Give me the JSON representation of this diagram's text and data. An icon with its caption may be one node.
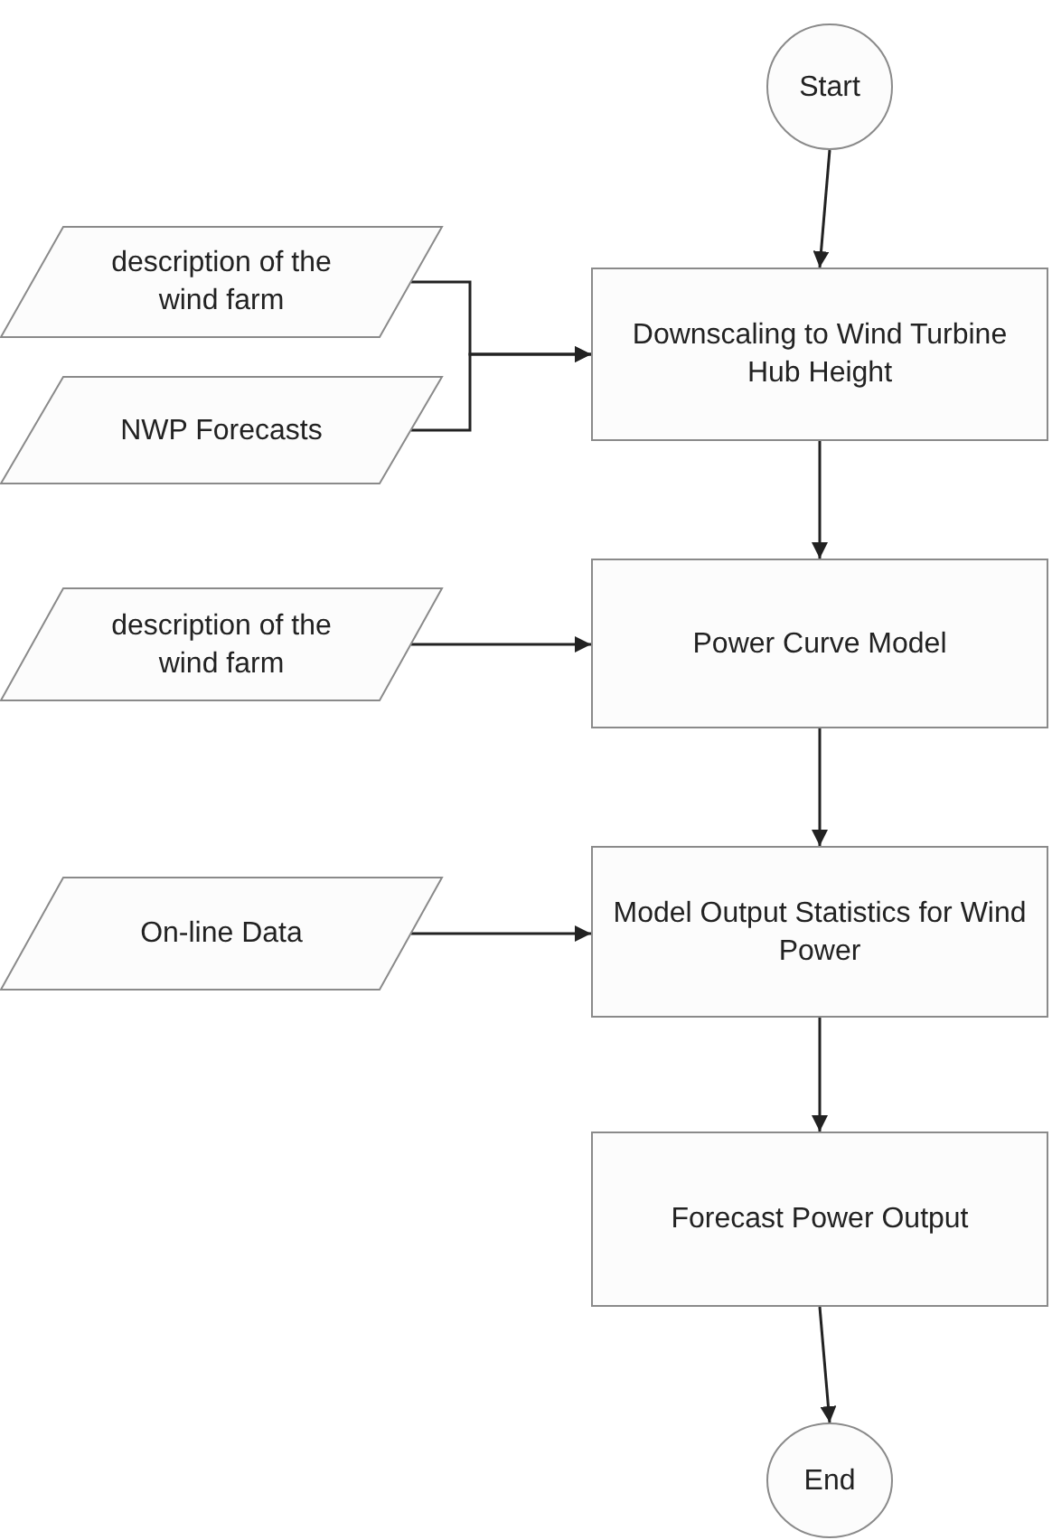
{
  "diagram": {
    "nodes": [
      {
        "text": [
          "Start"
        ]
      },
      {
        "text": [
          "description of the wind farm"
        ]
      },
      {
        "text": [
          "NWP Forecasts"
        ]
      },
      {
        "text": [
          "Downscaling to Wind Turbine Hub Height"
        ]
      },
      {
        "text": [
          "description of the wind farm"
        ]
      },
      {
        "text": [
          "Power Curve Model"
        ]
      },
      {
        "text": [
          "On-line Data"
        ]
      },
      {
        "text": [
          "Model Output Statistics for Wind Power"
        ]
      },
      {
        "text": [
          "Forecast Power Output"
        ]
      },
      {
        "text": [
          "End"
        ]
      }
    ],
    "edges": [
      {
        "from": 0,
        "to": 3,
        "arrow": "to"
      },
      {
        "from": 1,
        "to": 3,
        "arrow": "to"
      },
      {
        "from": 2,
        "to": 3,
        "arrow": "to"
      },
      {
        "from": 3,
        "to": 5,
        "arrow": "to"
      },
      {
        "from": 4,
        "to": 5,
        "arrow": "to"
      },
      {
        "from": 5,
        "to": 7,
        "arrow": "to"
      },
      {
        "from": 6,
        "to": 7,
        "arrow": "to"
      },
      {
        "from": 7,
        "to": 8,
        "arrow": "to"
      },
      {
        "from": 8,
        "to": 9,
        "arrow": "to"
      }
    ]
  }
}
